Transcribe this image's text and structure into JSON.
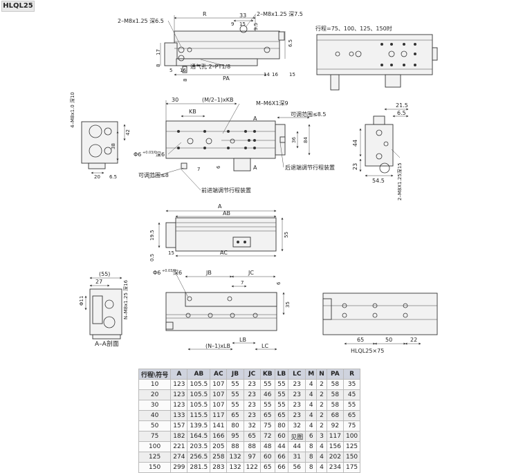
{
  "model_tag": "HLQL25",
  "labels": {
    "tap_top_left": "2–M8x1.25 深6.5",
    "tap_top_right": "2–M8x1.25 深7.5",
    "dim_R": "R",
    "dim_33": "33",
    "dim_9_top": "9",
    "dim_15_top": "15",
    "dim_9_5": "9.5",
    "dim_6_5_side": "6.5",
    "dim_17": "17",
    "dim_8_left": "8",
    "dim_5": "5",
    "dim_16_bot": "16",
    "dim_8_bot": "8",
    "vent": "通气孔 2–PT1/8",
    "dim_PA": "PA",
    "dim_14": "14",
    "dim_16_b": "16",
    "dim_15_b": "15",
    "stroke_note": "行程=75、100、125、150时",
    "tap_side_left": "4–M8x1.0 深10",
    "dim_42": "42",
    "dim_38": "38",
    "dim_20": "20",
    "dim_6_5_a": "6.5",
    "adj_range_a": "可调范围≤8",
    "dim_30": "30",
    "dim_mkb": "(M/2–1)xKB",
    "tap_m6": "M–M6X1深9",
    "dim_KB": "KB",
    "adj_range_b": "可调范围≤8.5",
    "pin_hole_a": "Φ6",
    "pin_sup_a": "+0.03/0",
    "pin_depth_a": "深6",
    "dim_7_a": "7",
    "dim_6_a": "6",
    "dim_36": "36",
    "dim_84": "84",
    "section_a": "A",
    "rear_adj": "后退端调节行程装置",
    "front_adj": "前进端调节行程装置",
    "dim_21_5": "21.5",
    "dim_6_5_b": "6.5",
    "dim_44": "44",
    "dim_23": "23",
    "dim_54_5": "54.5",
    "tap_right": "2–M8X1.25深15",
    "dim_A": "A",
    "dim_AB": "AB",
    "dim_19_5": "19.5",
    "dim_0_5": "0.5",
    "dim_15_c": "15",
    "dim_AC": "AC",
    "dim_55": "55",
    "dim_55p": "(55)",
    "dim_27": "27",
    "dim_phi11": "Φ11",
    "tap_n": "N–M8x1.25 深16",
    "section_caption": "A–A剖面",
    "pin_hole_b": "Φ6",
    "pin_sup_b": "+0.03/0",
    "pin_depth_b": "深6",
    "dim_JB": "JB",
    "dim_JC": "JC",
    "dim_7_b": "7",
    "dim_6_b": "6",
    "dim_35": "35",
    "dim_nlb": "(N–1)xLB",
    "dim_LB": "LB",
    "dim_LC": "LC",
    "dim_65": "65",
    "dim_50": "50",
    "dim_22": "22",
    "variant_caption": "HLQL25×75"
  },
  "table": {
    "headers": [
      "行程\\符号",
      "A",
      "AB",
      "AC",
      "JB",
      "JC",
      "KB",
      "LB",
      "LC",
      "M",
      "N",
      "PA",
      "R"
    ],
    "rows": [
      [
        "10",
        "123",
        "105.5",
        "107",
        "55",
        "23",
        "55",
        "55",
        "23",
        "4",
        "2",
        "58",
        "35"
      ],
      [
        "20",
        "123",
        "105.5",
        "107",
        "55",
        "23",
        "46",
        "55",
        "23",
        "4",
        "2",
        "58",
        "45"
      ],
      [
        "30",
        "123",
        "105.5",
        "107",
        "55",
        "23",
        "55",
        "55",
        "23",
        "4",
        "2",
        "58",
        "55"
      ],
      [
        "40",
        "133",
        "115.5",
        "117",
        "65",
        "23",
        "65",
        "65",
        "23",
        "4",
        "2",
        "68",
        "65"
      ],
      [
        "50",
        "157",
        "139.5",
        "141",
        "80",
        "32",
        "75",
        "80",
        "32",
        "4",
        "2",
        "92",
        "75"
      ],
      [
        "75",
        "182",
        "164.5",
        "166",
        "95",
        "65",
        "72",
        "60",
        "见图",
        "6",
        "3",
        "117",
        "100"
      ],
      [
        "100",
        "221",
        "203.5",
        "205",
        "88",
        "88",
        "48",
        "44",
        "44",
        "8",
        "4",
        "156",
        "125"
      ],
      [
        "125",
        "274",
        "256.5",
        "258",
        "132",
        "97",
        "60",
        "66",
        "31",
        "8",
        "4",
        "202",
        "150"
      ],
      [
        "150",
        "299",
        "281.5",
        "283",
        "132",
        "122",
        "65",
        "66",
        "56",
        "8",
        "4",
        "234",
        "175"
      ]
    ]
  }
}
